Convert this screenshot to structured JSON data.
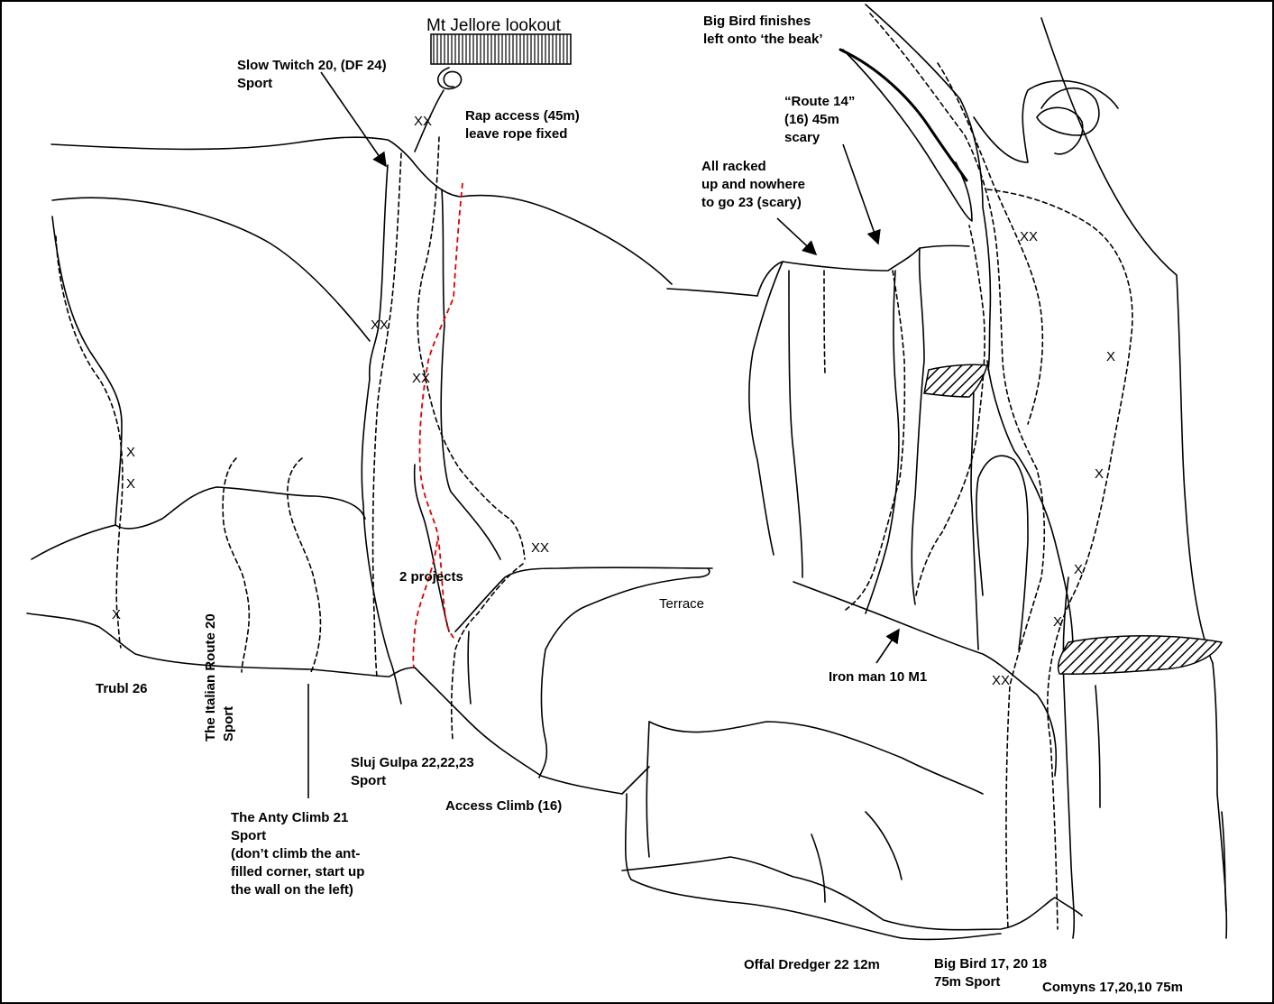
{
  "lookout": {
    "label": "Mt Jellore lookout"
  },
  "labels": {
    "slow_twitch": [
      "Slow Twitch 20, (DF 24)",
      "Sport"
    ],
    "rap_access": [
      "Rap access (45m)",
      "leave rope fixed"
    ],
    "big_bird_finish": [
      "Big Bird finishes",
      "left onto ‘the beak’"
    ],
    "route14": [
      "“Route 14”",
      "(16) 45m",
      "scary"
    ],
    "all_racked": [
      "All racked",
      "up and nowhere",
      "to go 23 (scary)"
    ],
    "two_projects": "2 projects",
    "terrace": "Terrace",
    "trubl": "Trubl 26",
    "italian": [
      "The Italian Route 20",
      "Sport"
    ],
    "sluj": [
      "Sluj Gulpa 22,22,23",
      "Sport"
    ],
    "access_climb": "Access Climb (16)",
    "anty": [
      "The Anty Climb 21",
      "Sport",
      "(don’t climb the ant-",
      "filled corner, start up",
      "the wall on the left)"
    ],
    "iron_man": "Iron man 10 M1",
    "offal": "Offal Dredger 22 12m",
    "big_bird": [
      "Big Bird 17, 20 18",
      "75m Sport"
    ],
    "comyns": "Comyns 17,20,10 75m"
  },
  "bolts": {
    "single": "X",
    "double": "XX"
  },
  "colors": {
    "line": "#000000",
    "project_route": "#e00000",
    "background": "#ffffff"
  }
}
